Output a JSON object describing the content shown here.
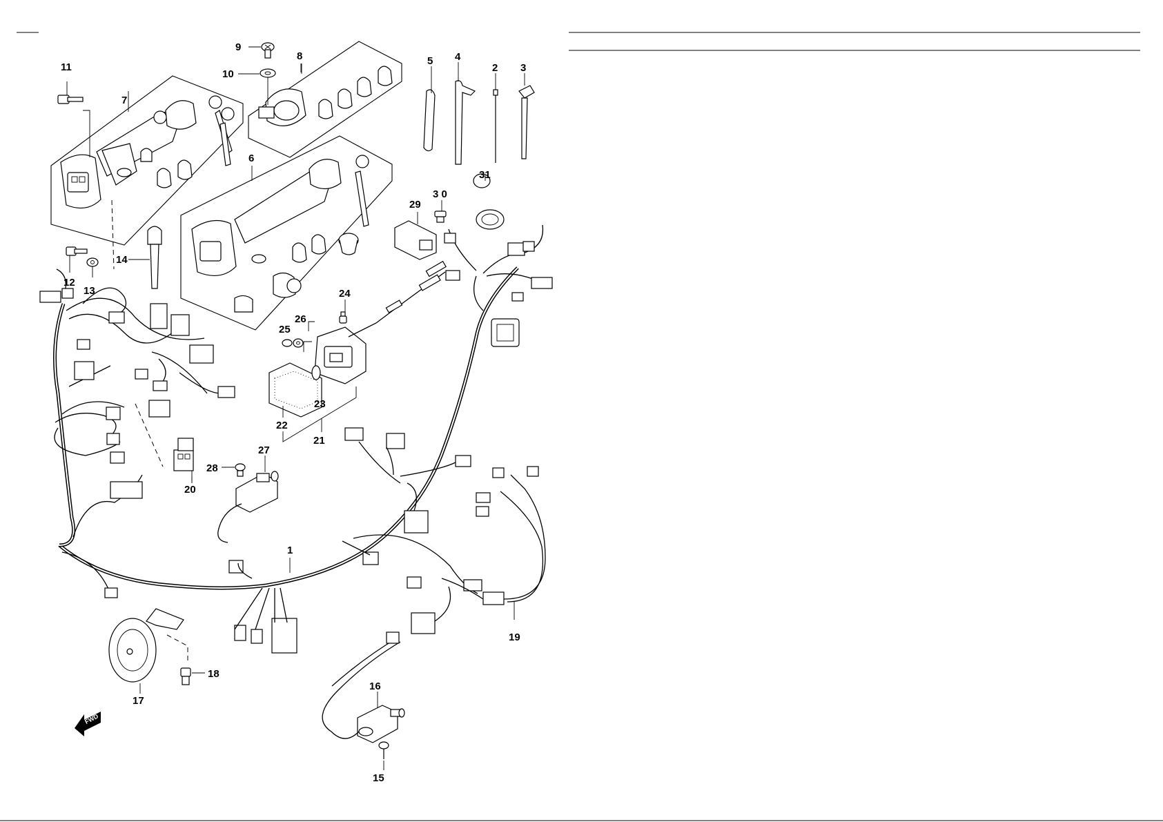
{
  "diagram": {
    "fwd_label": "FWD",
    "callouts": [
      {
        "id": "c1",
        "label": "1"
      },
      {
        "id": "c2",
        "label": "2"
      },
      {
        "id": "c3",
        "label": "3"
      },
      {
        "id": "c4",
        "label": "4"
      },
      {
        "id": "c5",
        "label": "5"
      },
      {
        "id": "c6",
        "label": "6"
      },
      {
        "id": "c7",
        "label": "7"
      },
      {
        "id": "c8",
        "label": "8"
      },
      {
        "id": "c9",
        "label": "9"
      },
      {
        "id": "c10",
        "label": "10"
      },
      {
        "id": "c11",
        "label": "11"
      },
      {
        "id": "c12",
        "label": "12"
      },
      {
        "id": "c13",
        "label": "13"
      },
      {
        "id": "c14",
        "label": "14"
      },
      {
        "id": "c15",
        "label": "15"
      },
      {
        "id": "c16",
        "label": "16"
      },
      {
        "id": "c17",
        "label": "17"
      },
      {
        "id": "c18",
        "label": "18"
      },
      {
        "id": "c19",
        "label": "19"
      },
      {
        "id": "c20",
        "label": "20"
      },
      {
        "id": "c21",
        "label": "21"
      },
      {
        "id": "c22",
        "label": "22"
      },
      {
        "id": "c23",
        "label": "23"
      },
      {
        "id": "c24",
        "label": "24"
      },
      {
        "id": "c25",
        "label": "25"
      },
      {
        "id": "c26",
        "label": "26"
      },
      {
        "id": "c27",
        "label": "27"
      },
      {
        "id": "c28",
        "label": "28"
      },
      {
        "id": "c29",
        "label": "29"
      },
      {
        "id": "c30",
        "label": "3 0"
      },
      {
        "id": "c31",
        "label": "31"
      }
    ]
  }
}
